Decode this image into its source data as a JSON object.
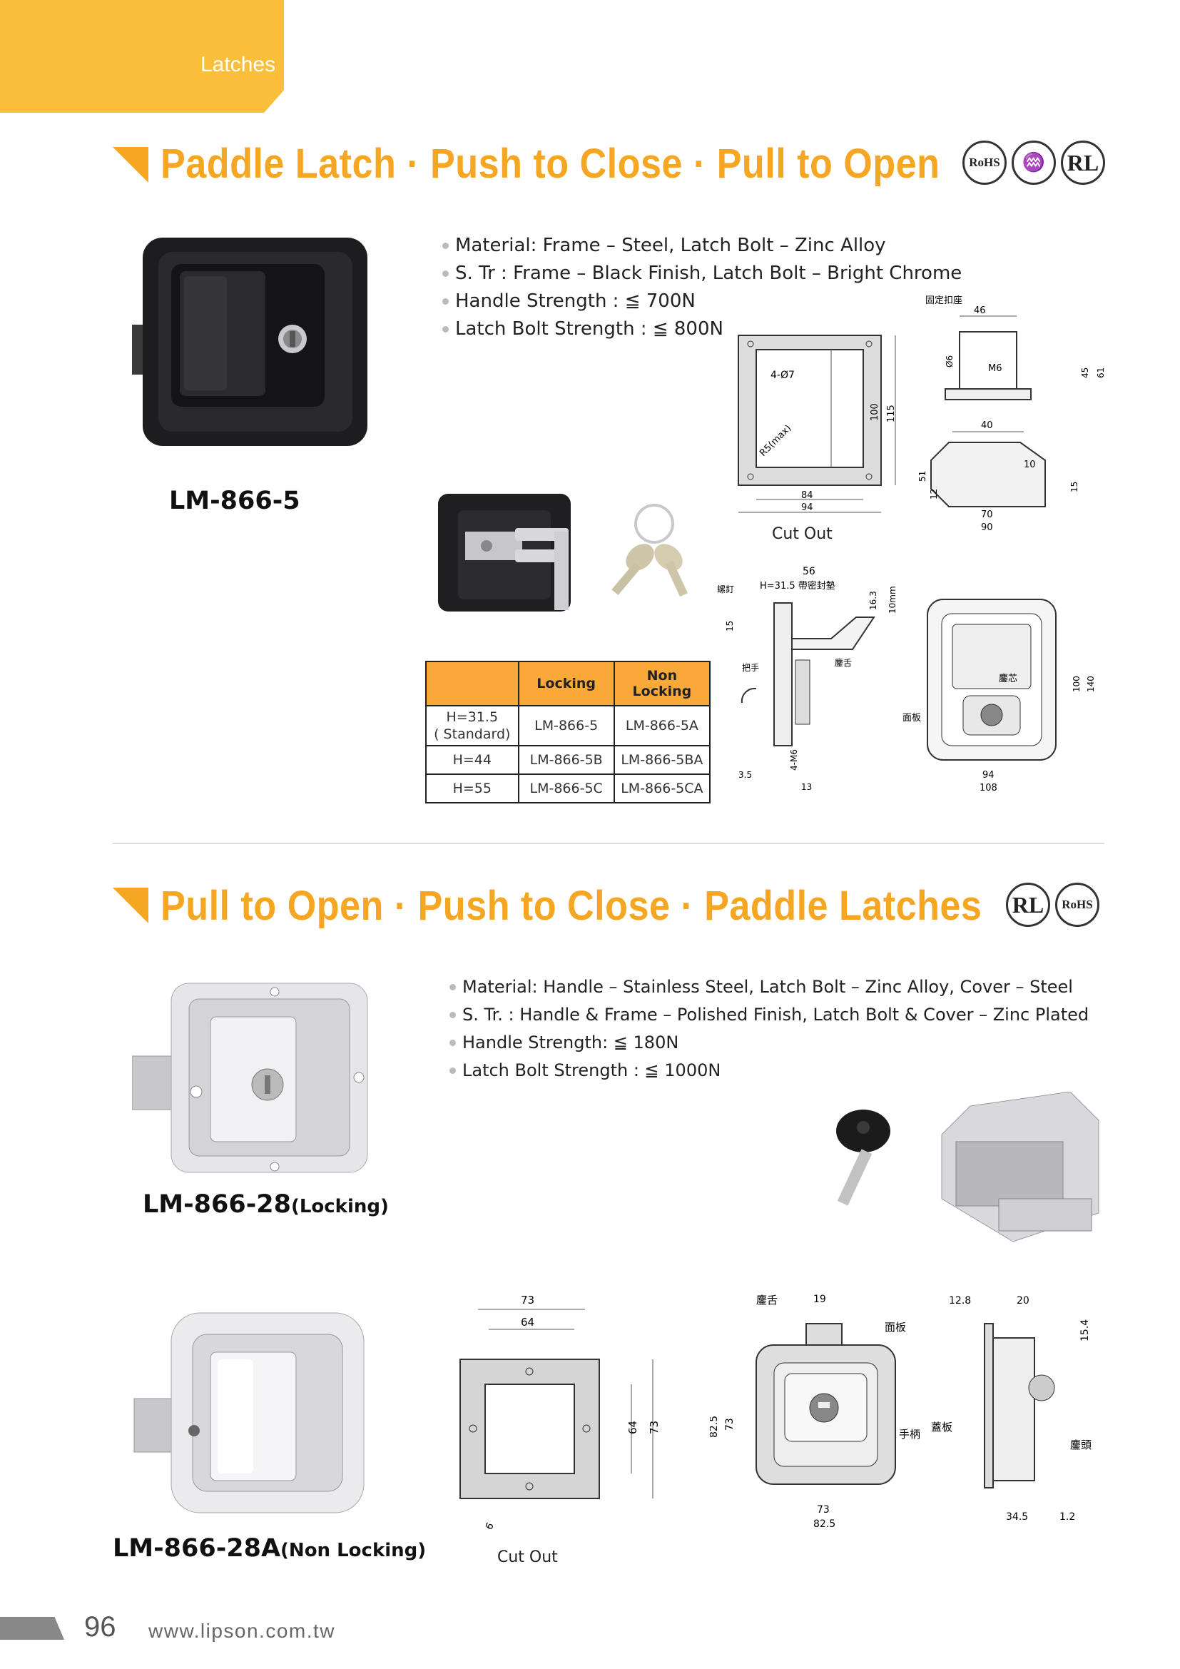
{
  "header": {
    "category": "Latches"
  },
  "section1": {
    "title": "Paddle Latch · Push to Close · Pull to Open",
    "certs": [
      "RoHS",
      "♒",
      "RL"
    ],
    "specs": [
      "Material: Frame – Steel, Latch Bolt – Zinc Alloy",
      "S. Tr : Frame – Black Finish, Latch Bolt – Bright Chrome",
      "Handle Strength : ≦ 700N",
      "Latch Bolt Strength : ≦ 800N"
    ],
    "model": "LM-866-5",
    "cutout_label": "Cut Out",
    "table": {
      "headers": [
        "",
        "Locking",
        "Non Locking"
      ],
      "rows": [
        [
          "H=31.5\n( Standard)",
          "LM-866-5",
          "LM-866-5A"
        ],
        [
          "H=44",
          "LM-866-5B",
          "LM-866-5BA"
        ],
        [
          "H=55",
          "LM-866-5C",
          "LM-866-5CA"
        ]
      ]
    },
    "dims": {
      "cutout": [
        "4-Ø7",
        "R5(max)",
        "100",
        "115",
        "84",
        "94"
      ],
      "bracket": [
        "固定扣座",
        "46",
        "Ø6",
        "M6",
        "45",
        "61",
        "40",
        "10",
        "51",
        "12",
        "70",
        "90",
        "15"
      ],
      "side": [
        "56",
        "H=31.5 帶密封墊",
        "16.3",
        "10mm",
        "螺釘",
        "15",
        "鏖舌",
        "把手",
        "4-M6",
        "3.5",
        "13"
      ],
      "front": [
        "鏖芯",
        "面板",
        "100",
        "140",
        "94",
        "108"
      ]
    }
  },
  "section2": {
    "title": "Pull to Open · Push to Close · Paddle Latches",
    "certs": [
      "RL",
      "RoHS"
    ],
    "specs": [
      "Material: Handle – Stainless Steel, Latch Bolt – Zinc Alloy, Cover – Steel",
      "S. Tr. : Handle & Frame – Polished Finish, Latch Bolt & Cover – Zinc Plated",
      "Handle Strength: ≦ 180N",
      "Latch Bolt Strength : ≦ 1000N"
    ],
    "model_locking": "LM-866-28",
    "model_locking_sub": "(Locking)",
    "model_nonlocking": "LM-866-28A",
    "model_nonlocking_sub": "(Non Locking)",
    "cutout_label": "Cut Out",
    "dims": {
      "cutout": [
        "73",
        "64",
        "64",
        "73",
        "6"
      ],
      "front": [
        "鏖舌",
        "19",
        "面板",
        "82.5",
        "73",
        "手柄",
        "73",
        "82.5"
      ],
      "side": [
        "12.8",
        "20",
        "15.4",
        "蓋板",
        "鏖頭",
        "34.5",
        "1.2"
      ]
    }
  },
  "footer": {
    "page": "96",
    "website": "www.lipson.com.tw"
  }
}
